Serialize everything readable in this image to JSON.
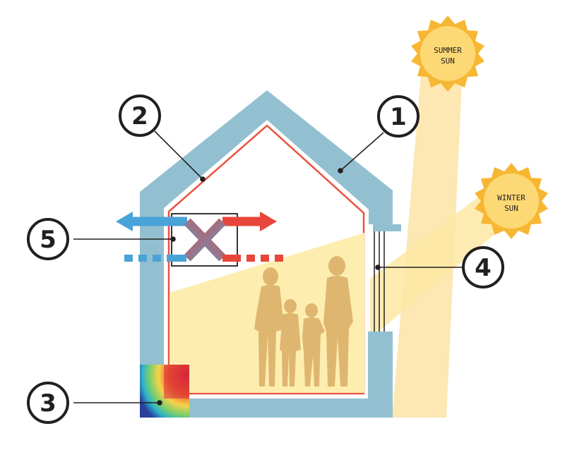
{
  "suns": {
    "summer": {
      "line1": "SUMMER",
      "line2": "SUN"
    },
    "winter": {
      "line1": "WINTER",
      "line2": "SUN"
    }
  },
  "callouts": [
    "1",
    "2",
    "3",
    "4",
    "5"
  ],
  "colors": {
    "insulation": "#93c0d0",
    "airtight_layer": "#e8533f",
    "sunlight": "#fde38c",
    "sun_fill": "#fdd975",
    "sun_rays": "#f7b733",
    "people": "#ddb26b",
    "exhaust_air": "#e8463b",
    "supply_air": "#4aa3d8",
    "outline": "#231f20"
  }
}
